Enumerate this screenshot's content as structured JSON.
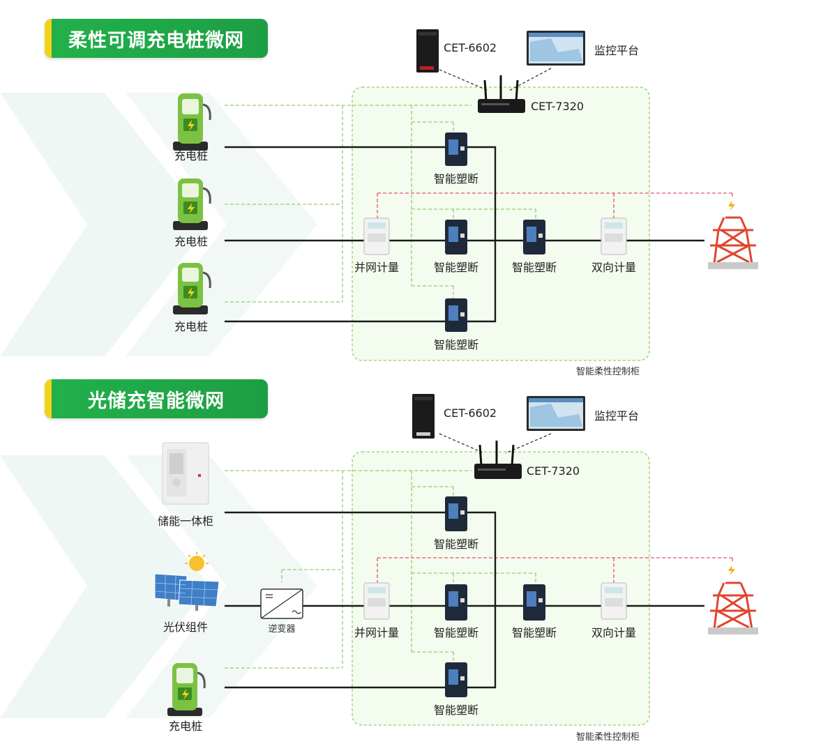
{
  "sections": [
    {
      "title": "柔性可调充电桩微网",
      "server": "CET-6602",
      "platform": "监控平台",
      "gateway": "CET-7320",
      "sources": [
        "充电桩",
        "充电桩",
        "充电桩"
      ],
      "breaker_label": "智能塑断",
      "grid_meter": "并网计量",
      "bidir_meter": "双向计量",
      "cabinet": "智能柔性控制柜"
    },
    {
      "title": "光储充智能微网",
      "server": "CET-6602",
      "platform": "监控平台",
      "gateway": "CET-7320",
      "sources": [
        "储能一体柜",
        "光伏组件",
        "充电桩"
      ],
      "inverter": "逆变器",
      "breaker_label": "智能塑断",
      "grid_meter": "并网计量",
      "bidir_meter": "双向计量",
      "cabinet": "智能柔性控制柜"
    }
  ],
  "colors": {
    "accent_green": "#22b14c",
    "badge_tab": "#f2d21b",
    "comm_line": "#8fd16a",
    "signal_line": "#e8506a",
    "power_line": "#1a1a1a",
    "cabinet_fill": "#f4fbef",
    "tower": "#e0452f"
  }
}
